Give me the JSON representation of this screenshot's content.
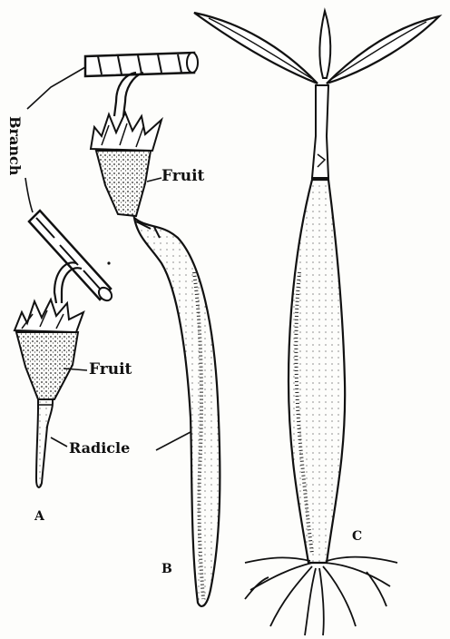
{
  "labels": {
    "branch": "Branch",
    "fruit_b": "Fruit",
    "fruit_a": "Fruit",
    "radicle": "Radicle",
    "stage_a": "A",
    "stage_b": "B",
    "stage_c": "C"
  },
  "colors": {
    "ink": "#111111",
    "paper": "#fdfdfb"
  }
}
